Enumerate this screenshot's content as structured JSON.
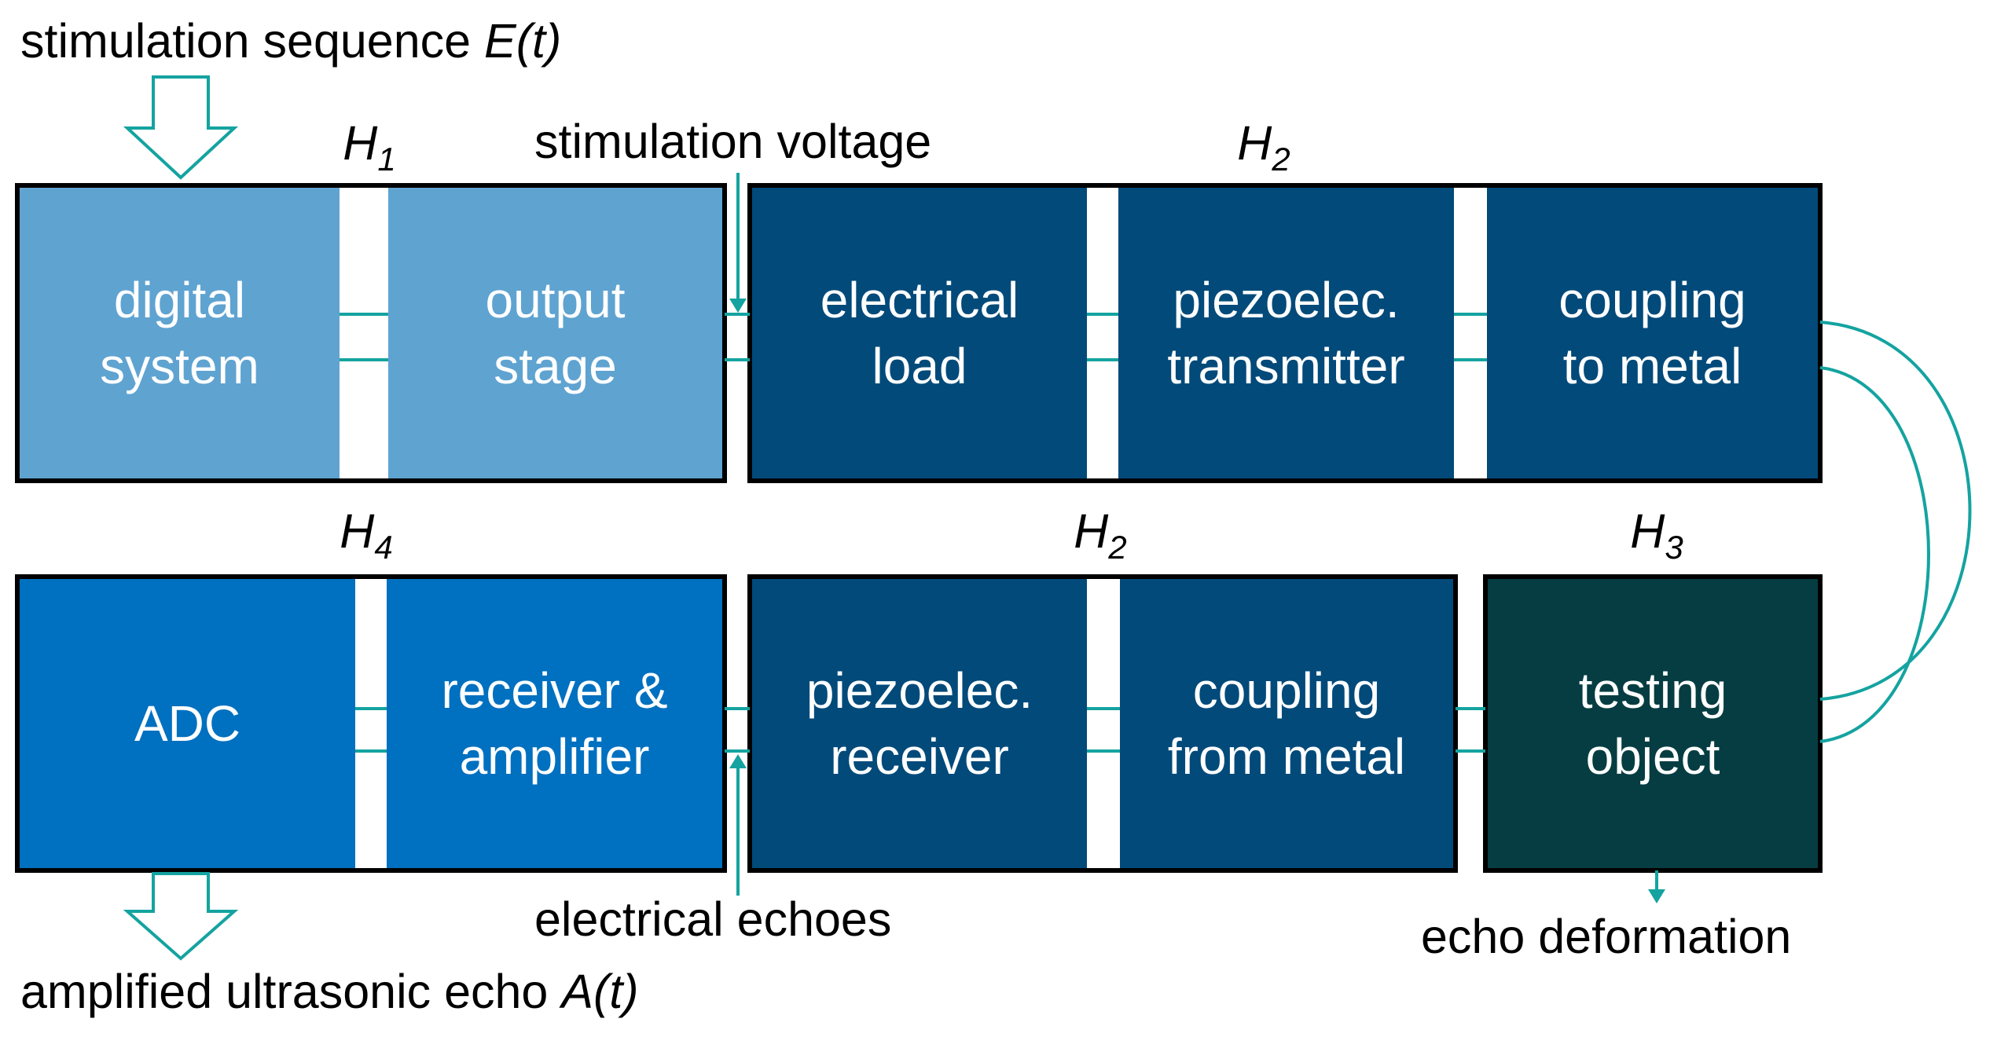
{
  "labels": {
    "stimulation_sequence": "stimulation sequence ",
    "stimulation_sequence_var": "E(t)",
    "stimulation_voltage": "stimulation voltage",
    "electrical_echoes": "electrical echoes",
    "echo_deformation": "echo deformation",
    "amplified_echo": "amplified ultrasonic echo ",
    "amplified_echo_var": "A(t)"
  },
  "transfer_functions": {
    "h1": {
      "letter": "H",
      "sub": "1"
    },
    "h2_top": {
      "letter": "H",
      "sub": "2"
    },
    "h4": {
      "letter": "H",
      "sub": "4"
    },
    "h2_bottom": {
      "letter": "H",
      "sub": "2"
    },
    "h3": {
      "letter": "H",
      "sub": "3"
    }
  },
  "blocks": {
    "digital_system": {
      "line1": "digital",
      "line2": "system"
    },
    "output_stage": {
      "line1": "output",
      "line2": "stage"
    },
    "electrical_load": {
      "line1": "electrical",
      "line2": "load"
    },
    "piezo_transmitter": {
      "line1": "piezoelec.",
      "line2": "transmitter"
    },
    "coupling_to_metal": {
      "line1": "coupling",
      "line2": "to metal"
    },
    "adc": {
      "line1": "ADC"
    },
    "receiver_amplifier": {
      "line1": "receiver &",
      "line2": "amplifier"
    },
    "piezo_receiver": {
      "line1": "piezoelec.",
      "line2": "receiver"
    },
    "coupling_from_metal": {
      "line1": "coupling",
      "line2": "from metal"
    },
    "testing_object": {
      "line1": "testing",
      "line2": "object"
    }
  },
  "colors": {
    "light_blue": "#5fa3d1",
    "mid_blue": "#0070c0",
    "dark_blue": "#024a7a",
    "dark_teal": "#063d42",
    "accent_teal": "#14a3a0",
    "border": "#000000",
    "text_on_block": "#ffffff"
  }
}
